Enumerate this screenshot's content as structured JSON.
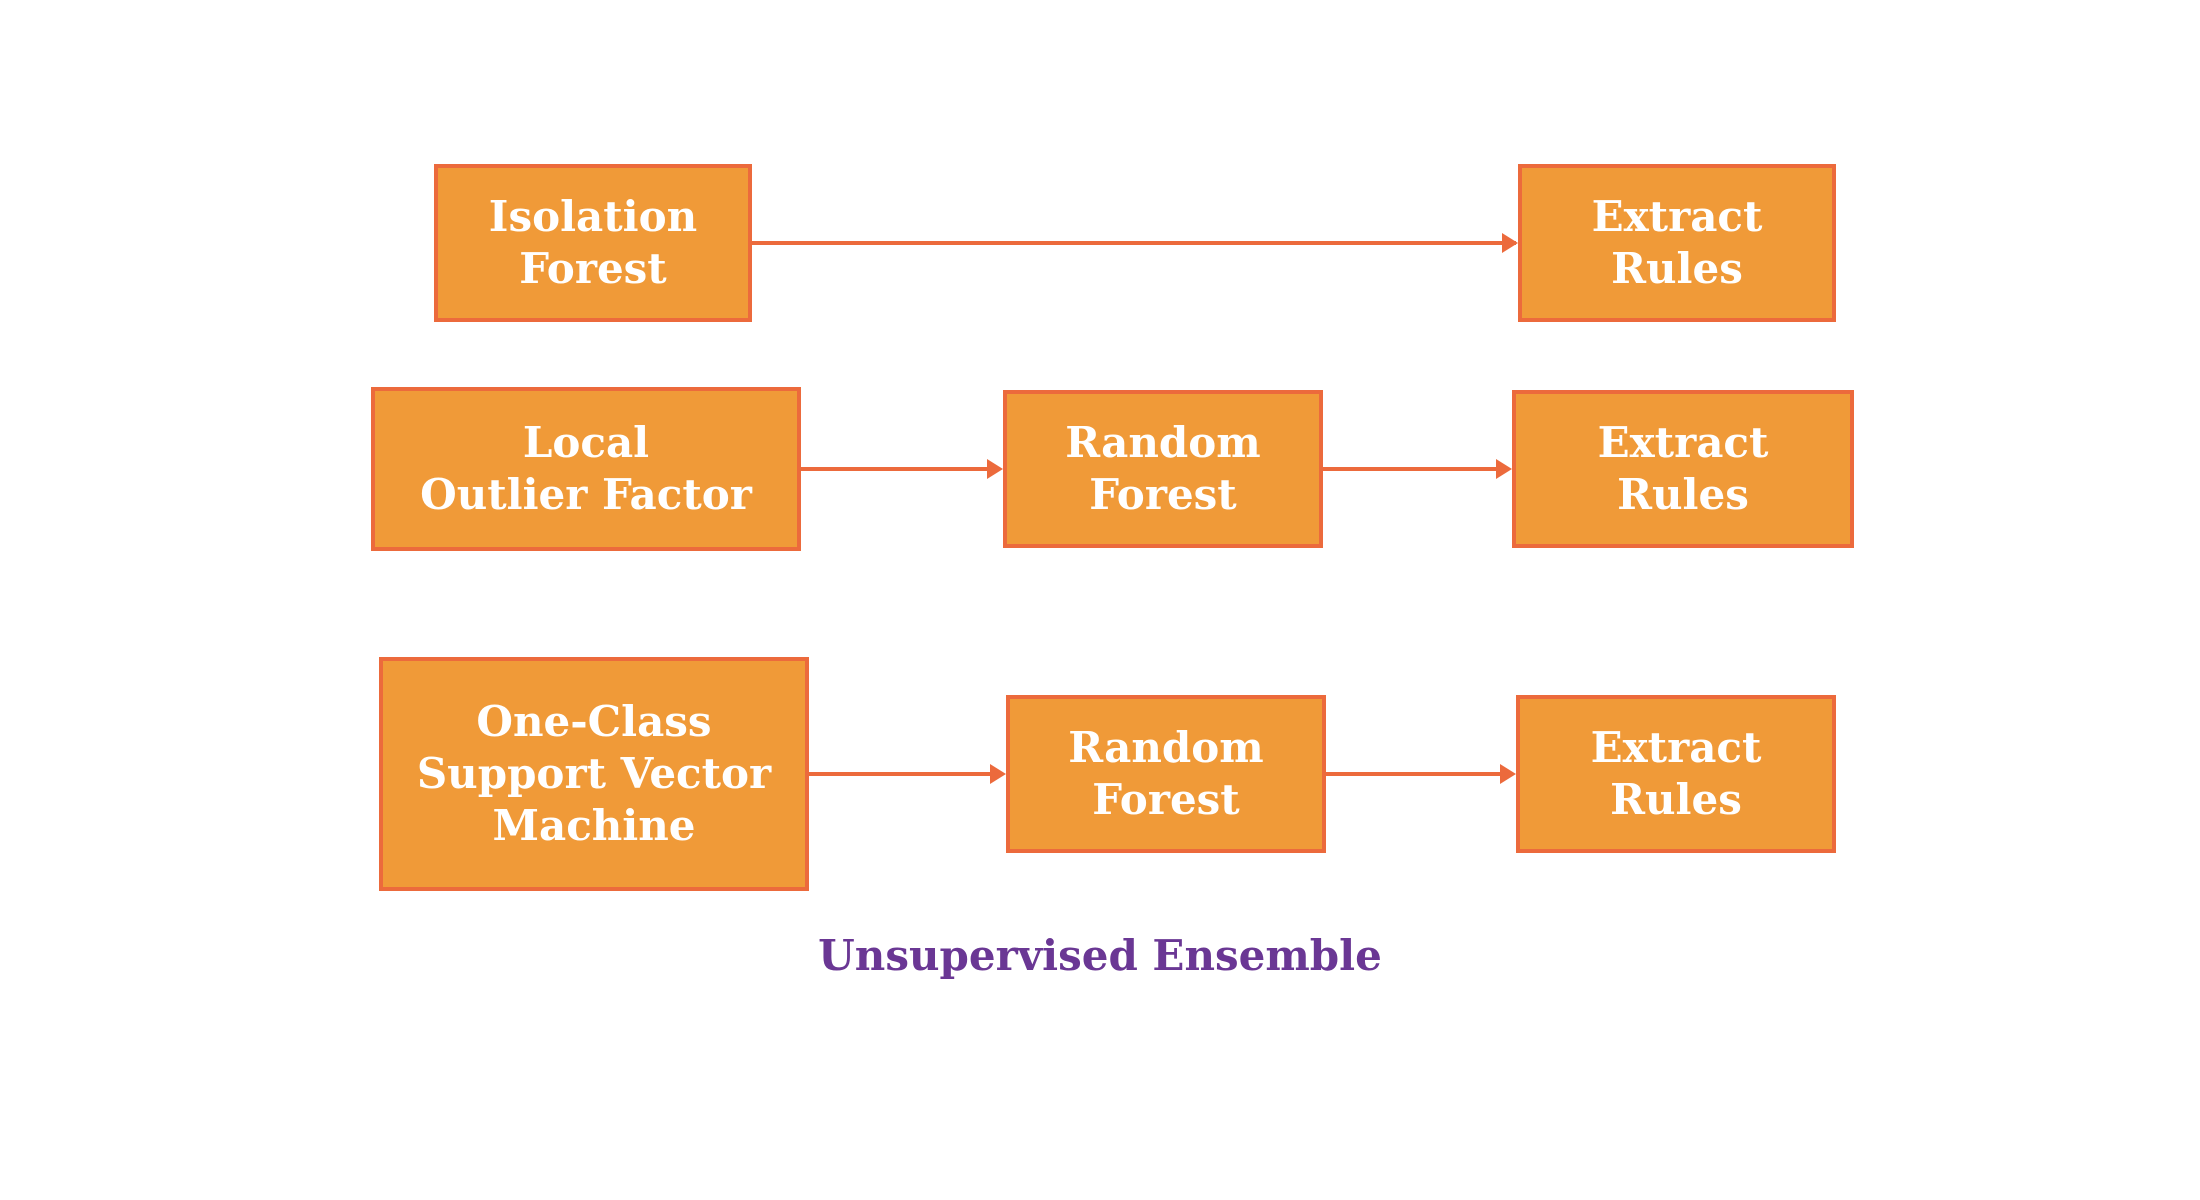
{
  "colors": {
    "box_fill": "#f09a38",
    "box_border": "#ec6a3c",
    "arrow": "#ec6a3c",
    "caption": "#6a3794",
    "box_text": "#ffffff"
  },
  "rows": [
    {
      "source": {
        "lines": [
          "Isolation",
          "Forest"
        ]
      },
      "target": {
        "lines": [
          "Extract",
          "Rules"
        ]
      }
    },
    {
      "source": {
        "lines": [
          "Local",
          "Outlier Factor"
        ]
      },
      "middle": {
        "lines": [
          "Random",
          "Forest"
        ]
      },
      "target": {
        "lines": [
          "Extract",
          "Rules"
        ]
      }
    },
    {
      "source": {
        "lines": [
          "One-Class",
          "Support Vector",
          "Machine"
        ]
      },
      "middle": {
        "lines": [
          "Random",
          "Forest"
        ]
      },
      "target": {
        "lines": [
          "Extract",
          "Rules"
        ]
      }
    }
  ],
  "caption": "Unsupervised Ensemble"
}
